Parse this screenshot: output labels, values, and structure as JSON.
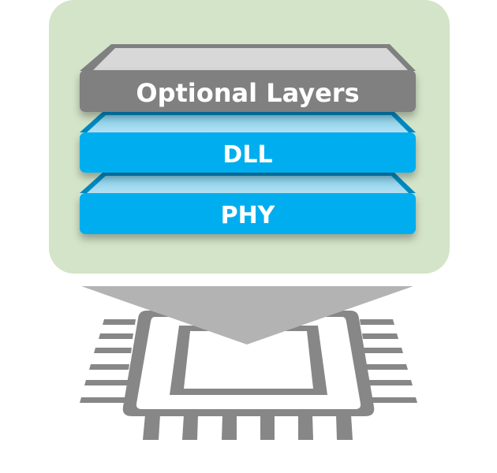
{
  "layers": [
    {
      "label": "Optional Layers",
      "color": "#808080"
    },
    {
      "label": "DLL",
      "color": "#00aeef"
    },
    {
      "label": "PHY",
      "color": "#00aeef"
    }
  ],
  "colors": {
    "container": "#d3e4c8",
    "chip": "#878787",
    "arrow": "#b3b3b3"
  }
}
